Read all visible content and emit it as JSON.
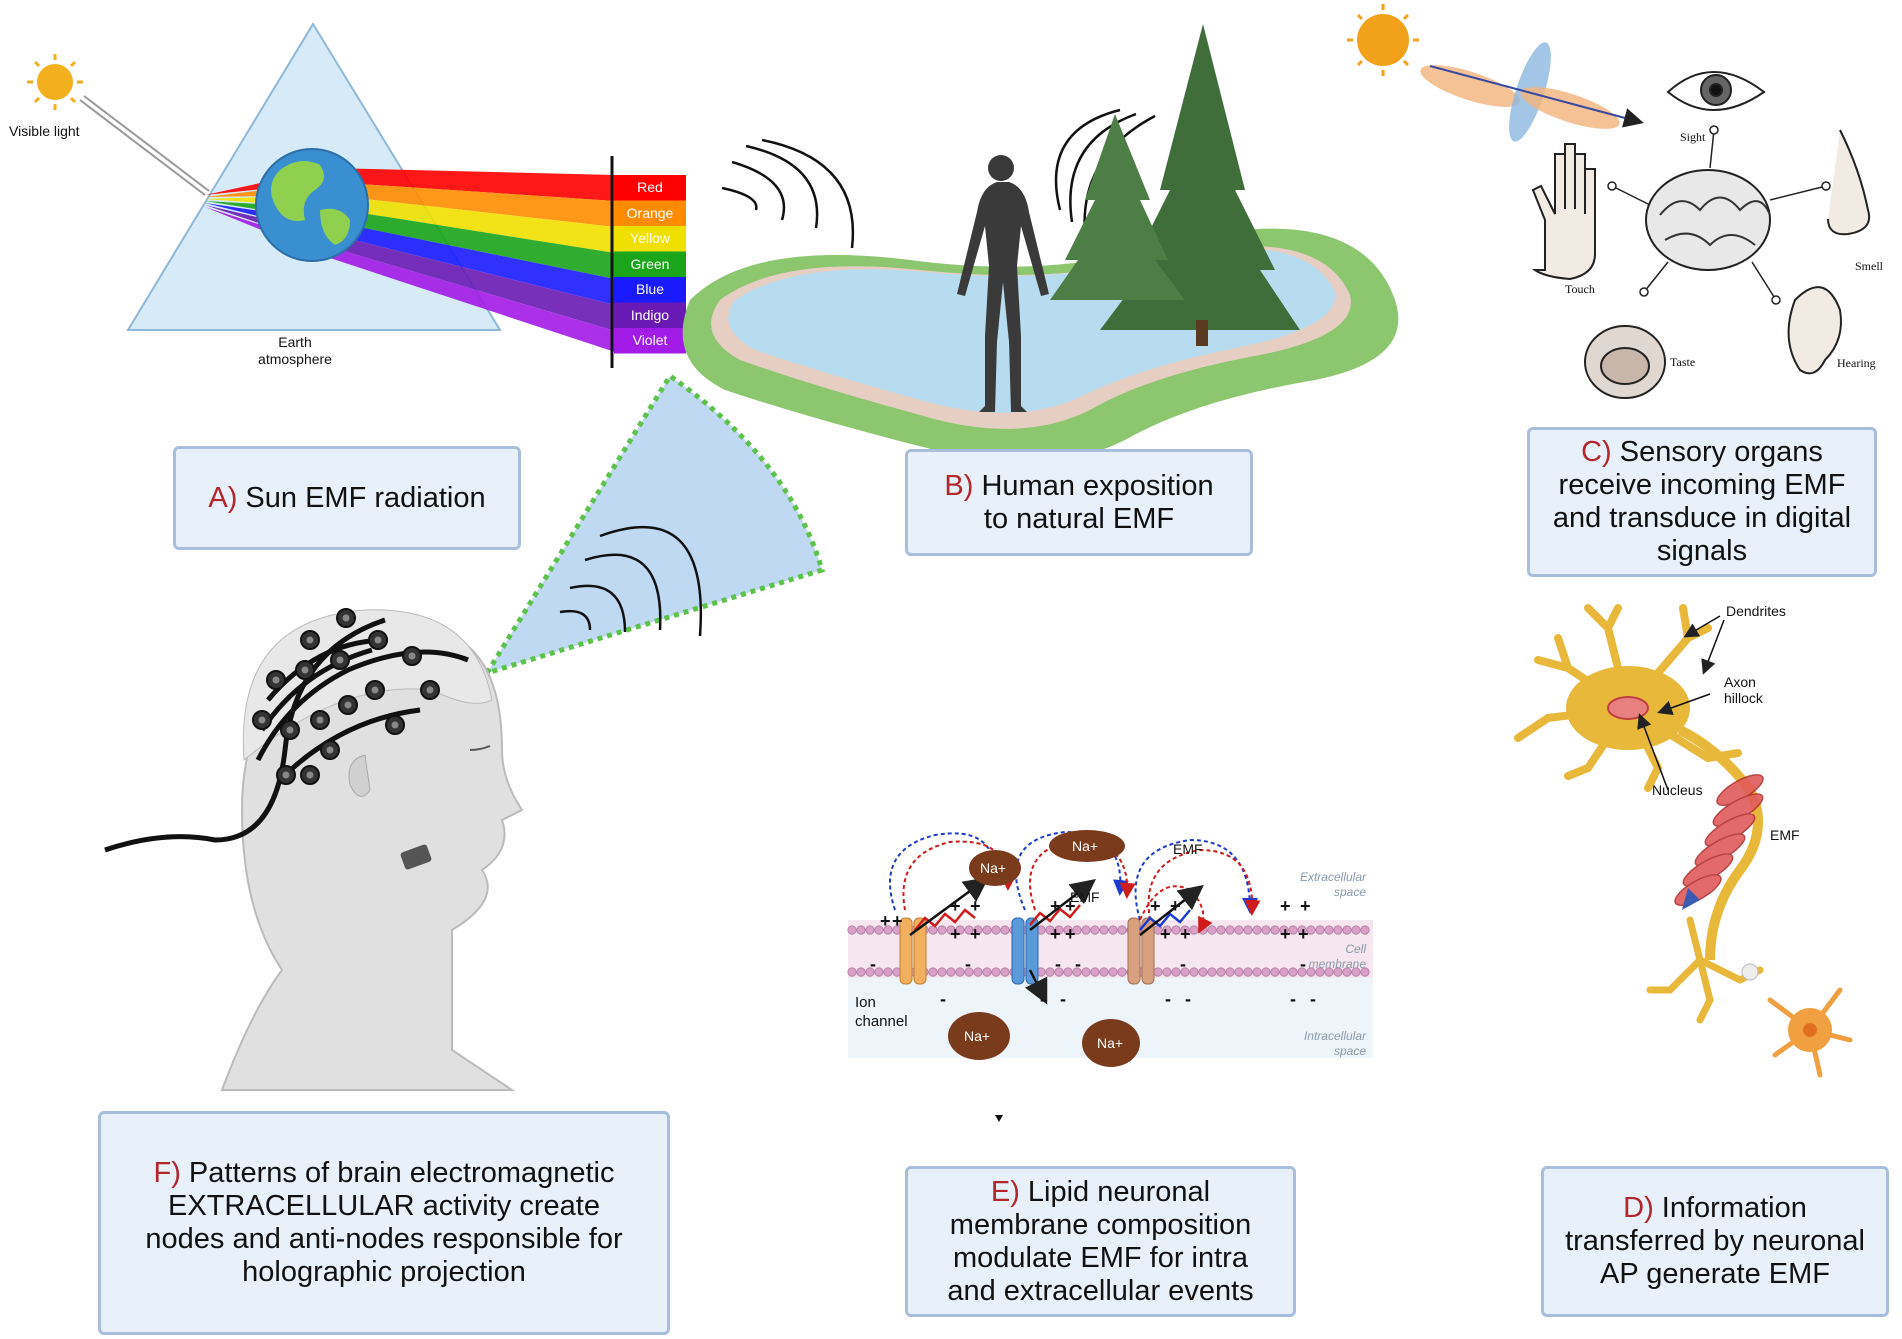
{
  "colors": {
    "letter": "#b3262b",
    "box_fill": "#e8f0fa",
    "box_border": "#a9bddc",
    "sun": "#f2b01e",
    "prism_fill": "#d6ebf7",
    "water": "#b7dcef",
    "grass": "#8cc66e",
    "neuron": "#e8b83a",
    "membrane": "#d9a0c8",
    "ion": "#7a3a1c"
  },
  "prism": {
    "visible_light": "Visible light",
    "earth_atmosphere": "Earth\natmosphere"
  },
  "spectrum": [
    {
      "name": "Red",
      "color": "#ff0000"
    },
    {
      "name": "Orange",
      "color": "#ff8c00"
    },
    {
      "name": "Yellow",
      "color": "#f0e000"
    },
    {
      "name": "Green",
      "color": "#1aa51a"
    },
    {
      "name": "Blue",
      "color": "#1a1aff"
    },
    {
      "name": "Indigo",
      "color": "#6a1ab4"
    },
    {
      "name": "Violet",
      "color": "#a21ae6"
    }
  ],
  "senses": {
    "sight": "Sight",
    "smell": "Smell",
    "touch": "Touch",
    "taste": "Taste",
    "hearing": "Hearing"
  },
  "neuron": {
    "dendrites": "Dendrites",
    "axon_hillock": "Axon\nhillock",
    "nucleus": "Nucleus",
    "emf": "EMF"
  },
  "membrane": {
    "na": "Na+",
    "emf": "EMF",
    "extracellular": "Extracellular\nspace",
    "cell_membrane": "Cell\nmembrane",
    "intracellular": "Intracellular\nspace",
    "ion_channel": "Ion\nchannel",
    "plus": "+",
    "minus": "-"
  },
  "boxes": {
    "a": {
      "letter": "A)",
      "text": " Sun EMF radiation"
    },
    "b": {
      "letter": "B)",
      "text": " Human exposition\nto natural EMF"
    },
    "c": {
      "letter": "C)",
      "text": " Sensory organs\nreceive incoming EMF\nand transduce in digital\nsignals"
    },
    "d": {
      "letter": "D)",
      "text": " Information\ntransferred by neuronal\nAP generate EMF"
    },
    "e": {
      "letter": "E)",
      "text": " Lipid neuronal\nmembrane  composition\nmodulate EMF for intra\nand extracellular events"
    },
    "f": {
      "letter": "F)",
      "text": " Patterns of brain electromagnetic\nEXTRACELLULAR  activity create\nnodes and anti-nodes responsible for\nholographic projection"
    }
  }
}
